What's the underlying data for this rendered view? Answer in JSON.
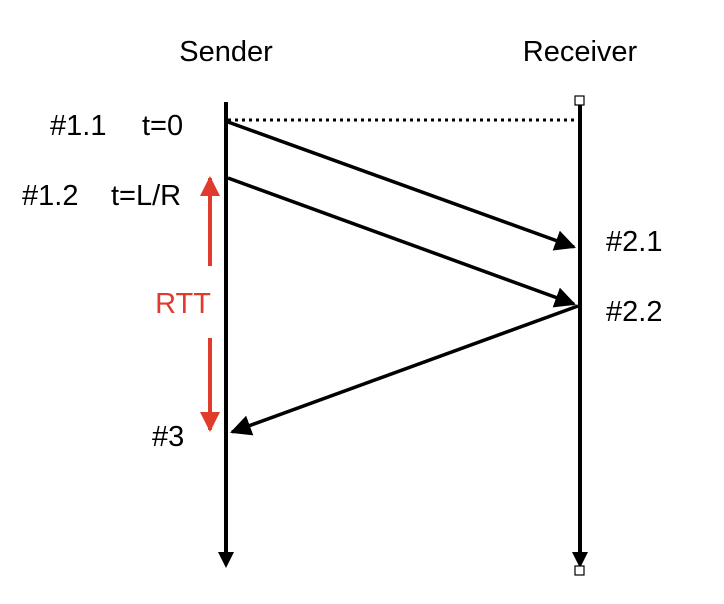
{
  "diagram": {
    "sender_label": "Sender",
    "receiver_label": "Receiver",
    "events": {
      "e1_1": "#1.1",
      "t0": "t=0",
      "e1_2": "#1.2",
      "t_lr": "t=L/R",
      "e2_1": "#2.1",
      "e2_2": "#2.2",
      "e3": "#3"
    },
    "rtt_label": "RTT"
  },
  "colors": {
    "line": "#000000",
    "rtt": "#e03c2d"
  }
}
